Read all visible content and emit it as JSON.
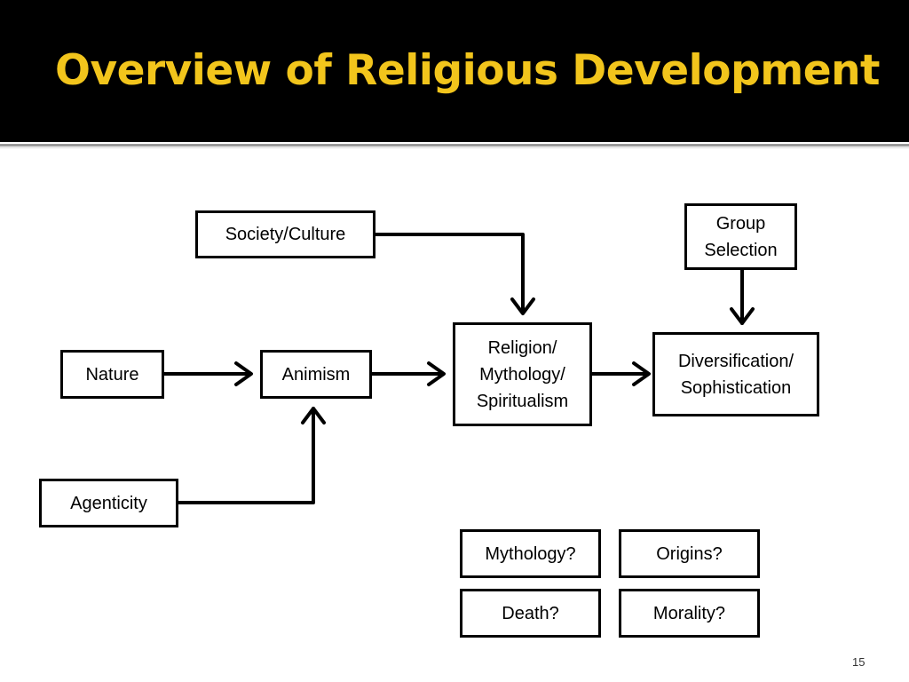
{
  "slide": {
    "title": "Overview of Religious Development",
    "page_number": "15"
  },
  "nodes": {
    "society_culture": "Society/Culture",
    "group_selection": "Group\nSelection",
    "nature": "Nature",
    "animism": "Animism",
    "religion": "Religion/\nMythology/\nSpiritualism",
    "diversification": "Diversification/\nSophistication",
    "agenticity": "Agenticity",
    "mythology_q": "Mythology?",
    "origins_q": "Origins?",
    "death_q": "Death?",
    "morality_q": "Morality?"
  },
  "colors": {
    "header_bg": "#000000",
    "title_color": "#f2c51c",
    "box_border": "#000000"
  }
}
